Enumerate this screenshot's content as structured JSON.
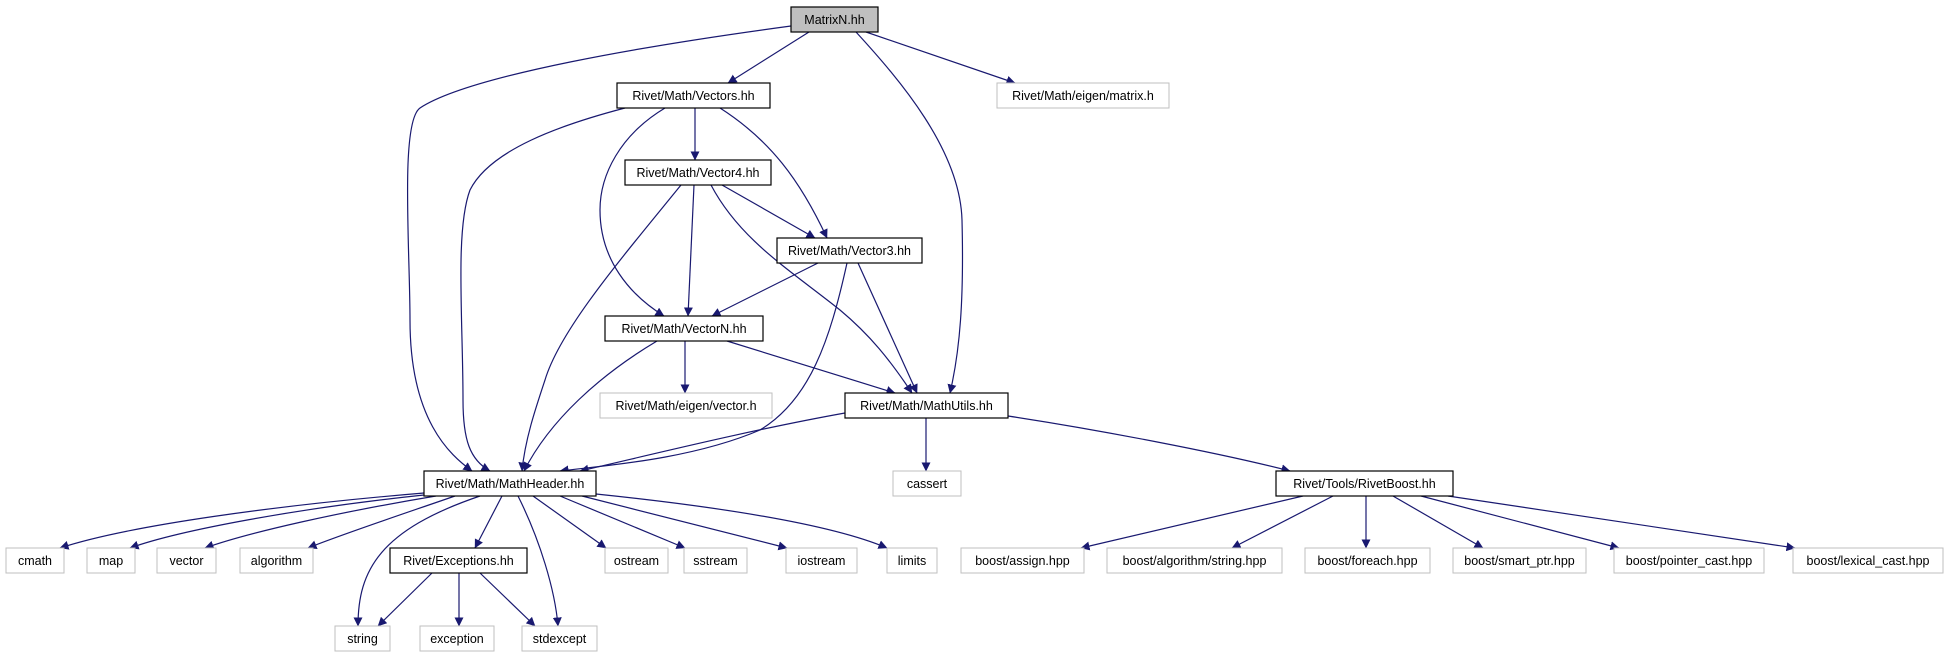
{
  "colors": {
    "edge": "#191970",
    "local_border": "#000000",
    "external_border": "#bfbfbf",
    "root_fill": "#bfbfbf",
    "node_fill": "#ffffff"
  },
  "nodes": [
    {
      "id": "matrixn",
      "label": "MatrixN.hh",
      "kind": "root"
    },
    {
      "id": "vectors",
      "label": "Rivet/Math/Vectors.hh",
      "kind": "local"
    },
    {
      "id": "eigen_matrix",
      "label": "Rivet/Math/eigen/matrix.h",
      "kind": "external"
    },
    {
      "id": "vector4",
      "label": "Rivet/Math/Vector4.hh",
      "kind": "local"
    },
    {
      "id": "vector3",
      "label": "Rivet/Math/Vector3.hh",
      "kind": "local"
    },
    {
      "id": "vectorn",
      "label": "Rivet/Math/VectorN.hh",
      "kind": "local"
    },
    {
      "id": "eigen_vector",
      "label": "Rivet/Math/eigen/vector.h",
      "kind": "external"
    },
    {
      "id": "mathutils",
      "label": "Rivet/Math/MathUtils.hh",
      "kind": "local"
    },
    {
      "id": "mathheader",
      "label": "Rivet/Math/MathHeader.hh",
      "kind": "local"
    },
    {
      "id": "cassert",
      "label": "cassert",
      "kind": "external"
    },
    {
      "id": "rivetboost",
      "label": "Rivet/Tools/RivetBoost.hh",
      "kind": "local"
    },
    {
      "id": "cmath",
      "label": "cmath",
      "kind": "external"
    },
    {
      "id": "map",
      "label": "map",
      "kind": "external"
    },
    {
      "id": "vector",
      "label": "vector",
      "kind": "external"
    },
    {
      "id": "algorithm",
      "label": "algorithm",
      "kind": "external"
    },
    {
      "id": "exceptions",
      "label": "Rivet/Exceptions.hh",
      "kind": "local"
    },
    {
      "id": "ostream",
      "label": "ostream",
      "kind": "external"
    },
    {
      "id": "sstream",
      "label": "sstream",
      "kind": "external"
    },
    {
      "id": "iostream",
      "label": "iostream",
      "kind": "external"
    },
    {
      "id": "limits",
      "label": "limits",
      "kind": "external"
    },
    {
      "id": "string",
      "label": "string",
      "kind": "external"
    },
    {
      "id": "exception",
      "label": "exception",
      "kind": "external"
    },
    {
      "id": "stdexcept",
      "label": "stdexcept",
      "kind": "external"
    },
    {
      "id": "b_assign",
      "label": "boost/assign.hpp",
      "kind": "external"
    },
    {
      "id": "b_algstring",
      "label": "boost/algorithm/string.hpp",
      "kind": "external"
    },
    {
      "id": "b_foreach",
      "label": "boost/foreach.hpp",
      "kind": "external"
    },
    {
      "id": "b_smartptr",
      "label": "boost/smart_ptr.hpp",
      "kind": "external"
    },
    {
      "id": "b_pointercast",
      "label": "boost/pointer_cast.hpp",
      "kind": "external"
    },
    {
      "id": "b_lexicalcast",
      "label": "boost/lexical_cast.hpp",
      "kind": "external"
    }
  ],
  "edges": [
    {
      "from": "matrixn",
      "to": "vectors"
    },
    {
      "from": "matrixn",
      "to": "eigen_matrix"
    },
    {
      "from": "matrixn",
      "to": "mathheader"
    },
    {
      "from": "matrixn",
      "to": "mathutils"
    },
    {
      "from": "vectors",
      "to": "vector4"
    },
    {
      "from": "vectors",
      "to": "vector3"
    },
    {
      "from": "vectors",
      "to": "vectorn"
    },
    {
      "from": "vectors",
      "to": "mathheader"
    },
    {
      "from": "vector4",
      "to": "vector3"
    },
    {
      "from": "vector4",
      "to": "vectorn"
    },
    {
      "from": "vector4",
      "to": "mathutils"
    },
    {
      "from": "vector4",
      "to": "mathheader"
    },
    {
      "from": "vector3",
      "to": "vectorn"
    },
    {
      "from": "vector3",
      "to": "mathutils"
    },
    {
      "from": "vector3",
      "to": "mathheader"
    },
    {
      "from": "vectorn",
      "to": "eigen_vector"
    },
    {
      "from": "vectorn",
      "to": "mathutils"
    },
    {
      "from": "vectorn",
      "to": "mathheader"
    },
    {
      "from": "mathutils",
      "to": "mathheader"
    },
    {
      "from": "mathutils",
      "to": "cassert"
    },
    {
      "from": "mathutils",
      "to": "rivetboost"
    },
    {
      "from": "mathheader",
      "to": "cmath"
    },
    {
      "from": "mathheader",
      "to": "map"
    },
    {
      "from": "mathheader",
      "to": "vector"
    },
    {
      "from": "mathheader",
      "to": "algorithm"
    },
    {
      "from": "mathheader",
      "to": "exceptions"
    },
    {
      "from": "mathheader",
      "to": "ostream"
    },
    {
      "from": "mathheader",
      "to": "sstream"
    },
    {
      "from": "mathheader",
      "to": "iostream"
    },
    {
      "from": "mathheader",
      "to": "limits"
    },
    {
      "from": "mathheader",
      "to": "string"
    },
    {
      "from": "mathheader",
      "to": "stdexcept"
    },
    {
      "from": "exceptions",
      "to": "string"
    },
    {
      "from": "exceptions",
      "to": "exception"
    },
    {
      "from": "exceptions",
      "to": "stdexcept"
    },
    {
      "from": "rivetboost",
      "to": "b_assign"
    },
    {
      "from": "rivetboost",
      "to": "b_algstring"
    },
    {
      "from": "rivetboost",
      "to": "b_foreach"
    },
    {
      "from": "rivetboost",
      "to": "b_smartptr"
    },
    {
      "from": "rivetboost",
      "to": "b_pointercast"
    },
    {
      "from": "rivetboost",
      "to": "b_lexicalcast"
    }
  ]
}
